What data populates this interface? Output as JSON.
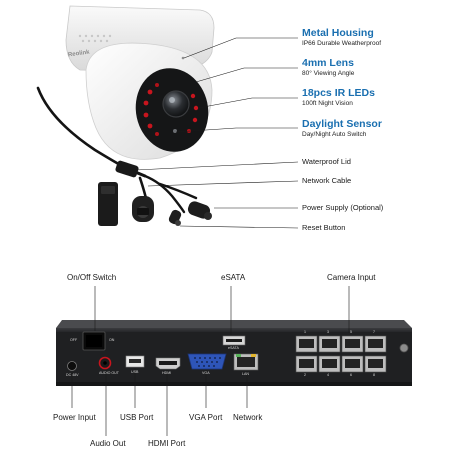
{
  "colors": {
    "accent": "#1a6fb0",
    "ir_led": "#c8151e",
    "nvr_body": "#1f2022",
    "port_blue": "#2e55b8",
    "cable": "#141414"
  },
  "camera": {
    "brand": "Reolink",
    "features": [
      {
        "title": "Metal Housing",
        "subtitle": "IP66 Durable Weatherproof"
      },
      {
        "title": "4mm Lens",
        "subtitle": "80° Viewing Angle"
      },
      {
        "title": "18pcs IR LEDs",
        "subtitle": "100ft Night Vision"
      },
      {
        "title": "Daylight Sensor",
        "subtitle": "Day/Night Auto Switch"
      }
    ],
    "cable_parts": [
      "Waterproof Lid",
      "Network Cable",
      "Power Supply (Optional)",
      "Reset Button"
    ]
  },
  "nvr": {
    "callouts_top": [
      "On/Off Switch",
      "eSATA",
      "Camera Input"
    ],
    "callouts_bottom": [
      "Power Input",
      "USB Port",
      "VGA Port",
      "Network",
      "Audio Out",
      "HDMI Port"
    ],
    "panel_text": {
      "off": "OFF",
      "on": "ON",
      "dc": "DC 48V",
      "audio": "AUDIO OUT",
      "usb": "USB",
      "hdmi": "HDMI",
      "vga": "VGA",
      "lan": "LAN",
      "esata": "eSATA",
      "ports_top": [
        "1",
        "3",
        "5",
        "7"
      ],
      "ports_bottom": [
        "2",
        "4",
        "6",
        "8"
      ]
    }
  }
}
